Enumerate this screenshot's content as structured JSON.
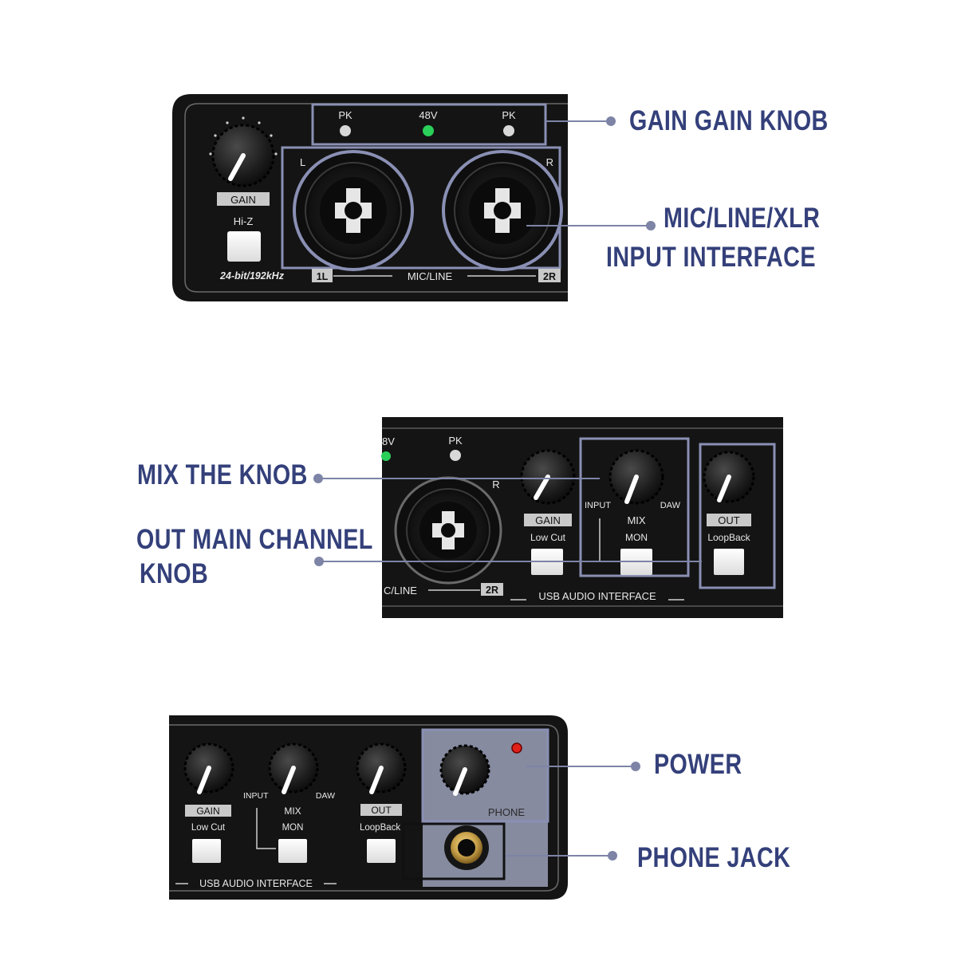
{
  "callouts": {
    "gain_knob": "GAIN GAIN KNOB",
    "input_line1": "MIC/LINE/XLR",
    "input_line2": "INPUT INTERFACE",
    "mix_knob": "MIX THE KNOB",
    "out_line1": "OUT MAIN CHANNEL",
    "out_line2": "KNOB",
    "power": "POWER",
    "phone_jack": "PHONE JACK"
  },
  "panel1": {
    "pk_left": "PK",
    "phantom": "48V",
    "pk_right": "PK",
    "gain": "GAIN",
    "hiz": "Hi-Z",
    "spec": "24-bit/192kHz",
    "ch_left": "L",
    "ch_right": "R",
    "in1": "1L",
    "input_type": "MIC/LINE",
    "in2": "2R"
  },
  "panel2": {
    "phantom_partial": "8V",
    "pk": "PK",
    "ch_right": "R",
    "gain": "GAIN",
    "lowcut": "Low Cut",
    "input": "INPUT",
    "mix": "MIX",
    "daw": "DAW",
    "mon": "MON",
    "out": "OUT",
    "loopback": "LoopBack",
    "input_type_partial": "C/LINE",
    "in2": "2R",
    "footer": "USB AUDIO INTERFACE"
  },
  "panel3": {
    "gain": "GAIN",
    "lowcut": "Low Cut",
    "input": "INPUT",
    "mix": "MIX",
    "daw": "DAW",
    "mon": "MON",
    "out": "OUT",
    "loopback_partial": "LoopBack",
    "phone": "PHONE",
    "footer": "USB AUDIO INTERFACE"
  },
  "colors": {
    "callout_text": "#34407a",
    "leader_line": "#7d84a6",
    "panel": "#141414",
    "highlight_box": "#8a90b4",
    "led_green": "#2bd05a",
    "led_red": "#e0201a",
    "jack_gold": "#c9a24a"
  }
}
